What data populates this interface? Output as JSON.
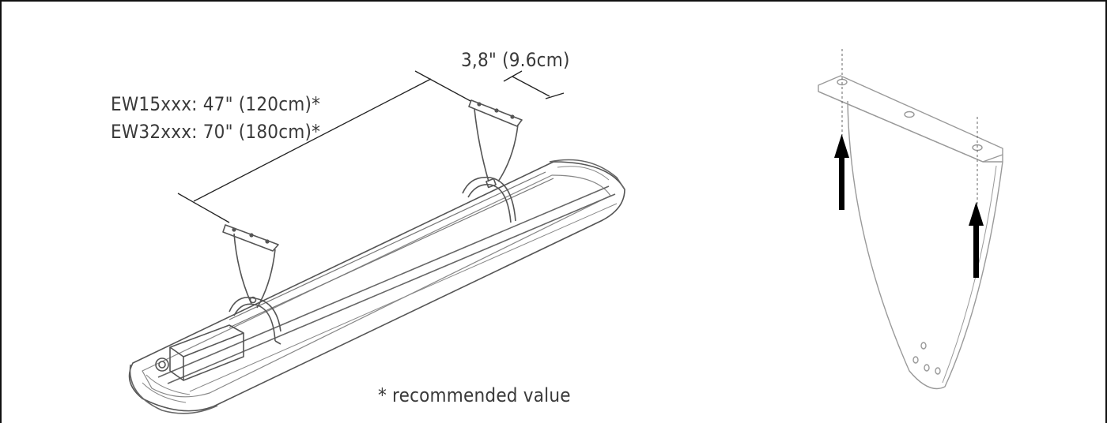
{
  "labels": {
    "spacing_dimension": "3,8\" (9.6cm)",
    "length_ew15": "EW15xxx: 47\" (120cm)*",
    "length_ew32": "EW32xxx: 70\" (180cm)*",
    "footnote": "* recommended value"
  },
  "colors": {
    "frame": "#111111",
    "text": "#3a3a3a",
    "line_art": "#555555",
    "light_line_art": "#9a9a9a",
    "arrow": "#000000"
  }
}
